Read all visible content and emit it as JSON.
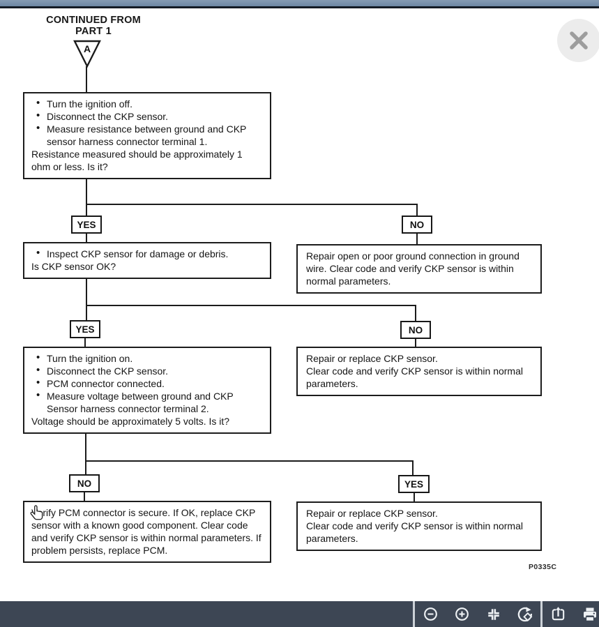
{
  "diagram": {
    "continued_from_line1": "CONTINUED FROM",
    "continued_from_line2": "PART 1",
    "connector_label": "A",
    "step1": {
      "bullets": [
        "Turn the ignition off.",
        "Disconnect the CKP sensor.",
        "Measure resistance between ground and CKP sensor harness connector terminal 1."
      ],
      "question": "Resistance measured should be approximately 1 ohm or less. Is it?"
    },
    "branch1": {
      "left_label": "YES",
      "right_label": "NO",
      "left_box": {
        "bullets": [
          "Inspect CKP sensor for damage or debris."
        ],
        "question": "Is CKP sensor OK?"
      },
      "right_box": {
        "text": "Repair open or poor ground connection in ground wire. Clear code and verify CKP sensor is within normal parameters."
      }
    },
    "branch2": {
      "left_label": "YES",
      "right_label": "NO",
      "left_box": {
        "bullets": [
          "Turn the ignition on.",
          "Disconnect the CKP sensor.",
          "PCM connector connected.",
          "Measure voltage between ground and CKP Sensor harness connector terminal 2."
        ],
        "question": "Voltage should be approximately 5 volts. Is it?"
      },
      "right_box": {
        "line1": "Repair or replace CKP sensor.",
        "line2": "Clear code and verify CKP sensor is within normal parameters."
      }
    },
    "branch3": {
      "left_label": "NO",
      "right_label": "YES",
      "left_box": {
        "text": "Verify PCM connector is secure. If OK, replace CKP sensor with a known good component. Clear code and verify CKP sensor is within normal parameters.  If problem persists, replace PCM."
      },
      "right_box": {
        "line1": "Repair or replace CKP sensor.",
        "line2": "Clear code and verify CKP sensor is within normal parameters."
      }
    },
    "figure_code": "P0335C"
  },
  "toolbar": {
    "buttons": [
      {
        "name": "zoom-out"
      },
      {
        "name": "zoom-in"
      },
      {
        "name": "fit-to-screen"
      },
      {
        "name": "rotate"
      },
      {
        "name": "open-in-viewer"
      },
      {
        "name": "print"
      }
    ]
  },
  "colors": {
    "topbar": "#7b93ae",
    "topbar_edge": "#141b25",
    "toolbar_bg": "#3d4654",
    "icon": "#eef1f4",
    "close_circle": "#ececec",
    "close_x": "#9d9d9d",
    "line": "#1b1b1b"
  }
}
